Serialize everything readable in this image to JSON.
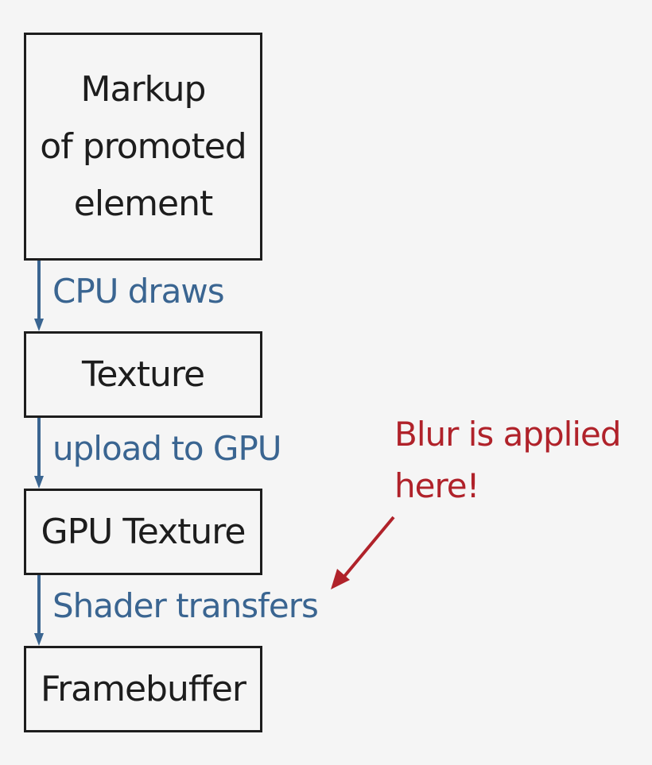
{
  "boxes": {
    "markup": [
      "Markup",
      "of promoted",
      "element"
    ],
    "texture": "Texture",
    "gpu_texture": "GPU Texture",
    "framebuffer": "Framebuffer"
  },
  "edges": {
    "cpu_draws": "CPU draws",
    "upload": "upload to GPU",
    "shader": "Shader transfers"
  },
  "annotation": {
    "lines": [
      "Blur is applied",
      "here!"
    ]
  },
  "colors": {
    "box_border": "#1d1d1d",
    "edge": "#3a6591",
    "annotation": "#b0222a",
    "background": "#f5f5f5"
  }
}
